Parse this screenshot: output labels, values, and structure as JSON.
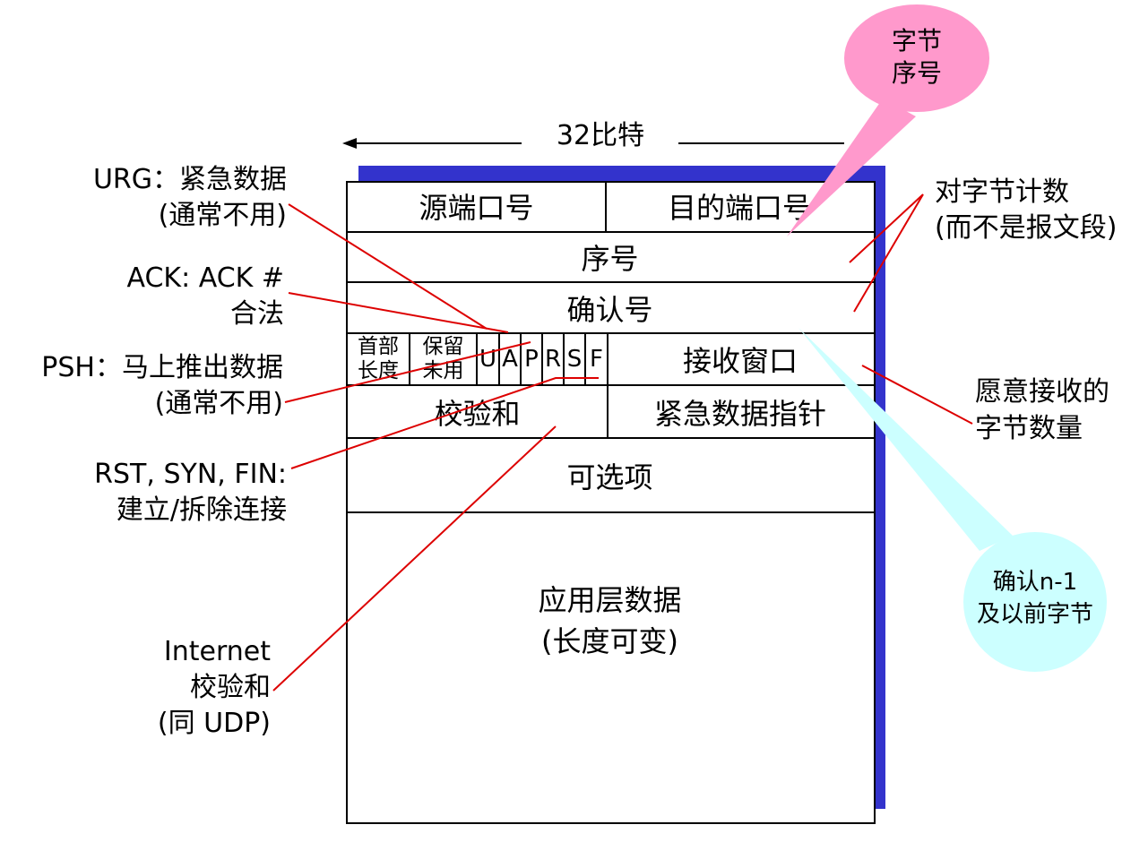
{
  "header": {
    "width_label": "32比特"
  },
  "header_fields": {
    "src_port": "源端口号",
    "dst_port": "目的端口号",
    "seq": "序号",
    "ack_num": "确认号",
    "hdr_len": [
      "首部",
      "长度"
    ],
    "reserved": [
      "保留",
      "未用"
    ],
    "flags": [
      "U",
      "A",
      "P",
      "R",
      "S",
      "F"
    ],
    "recv_window": "接收窗口",
    "checksum": "校验和",
    "urg_ptr": "紧急数据指针",
    "options": "可选项",
    "app_data": [
      "应用层数据",
      "(长度可变)"
    ]
  },
  "annotations": {
    "urg": [
      "URG：紧急数据",
      "(通常不用)"
    ],
    "ack": [
      "ACK: ACK #",
      "合法"
    ],
    "psh": [
      "PSH：马上推出数据",
      "(通常不用)"
    ],
    "rst": [
      "RST, SYN, FIN:",
      "建立/拆除连接"
    ],
    "internet": [
      "Internet",
      "校验和",
      "(同 UDP)"
    ],
    "count": [
      "对字节计数",
      "(而不是报文段)"
    ],
    "window": [
      "愿意接收的",
      "字节数量"
    ]
  },
  "callouts": {
    "byte_seq": [
      "字节",
      "序号"
    ],
    "ack_before": [
      "确认n-1",
      "及以前字节"
    ]
  },
  "colors": {
    "shadow": "#3333cc",
    "line": "#dd0000",
    "pink": "#ff99cc",
    "cyan": "#ccffff"
  }
}
